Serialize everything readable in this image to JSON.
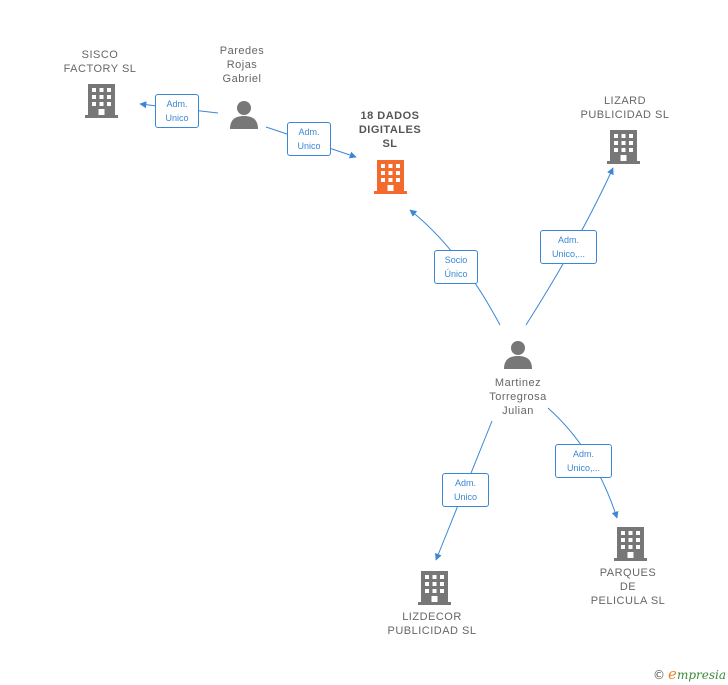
{
  "colors": {
    "edge": "#3b87d6",
    "building": "#777777",
    "building_focus": "#f26a2e",
    "person": "#777777"
  },
  "nodes": {
    "sisco": {
      "label": "SISCO\nFACTORY  SL",
      "icon": "building-icon"
    },
    "paredes": {
      "label": "Paredes\nRojas\nGabriel",
      "icon": "person-icon"
    },
    "dados": {
      "label": "18 DADOS\nDIGITALES\nSL",
      "icon": "building-icon"
    },
    "lizard": {
      "label": "LIZARD\nPUBLICIDAD SL",
      "icon": "building-icon"
    },
    "martinez": {
      "label": "Martinez\nTorregrosa\nJulian",
      "icon": "person-icon"
    },
    "lizdecor": {
      "label": "LIZDECOR\nPUBLICIDAD SL",
      "icon": "building-icon"
    },
    "parques": {
      "label": "PARQUES\nDE\nPELICULA  SL",
      "icon": "building-icon"
    }
  },
  "edges": {
    "paredes_sisco": {
      "label": "Adm.\nUnico"
    },
    "paredes_dados": {
      "label": "Adm.\nUnico"
    },
    "martinez_dados": {
      "label": "Socio\nÚnico"
    },
    "martinez_lizard": {
      "label": "Adm.\nUnico,..."
    },
    "martinez_lizdecor": {
      "label": "Adm.\nUnico"
    },
    "martinez_parques": {
      "label": "Adm.\nUnico,..."
    }
  },
  "footer": {
    "copyright": "©",
    "brand_initial": "e",
    "brand_rest": "mpresia"
  }
}
